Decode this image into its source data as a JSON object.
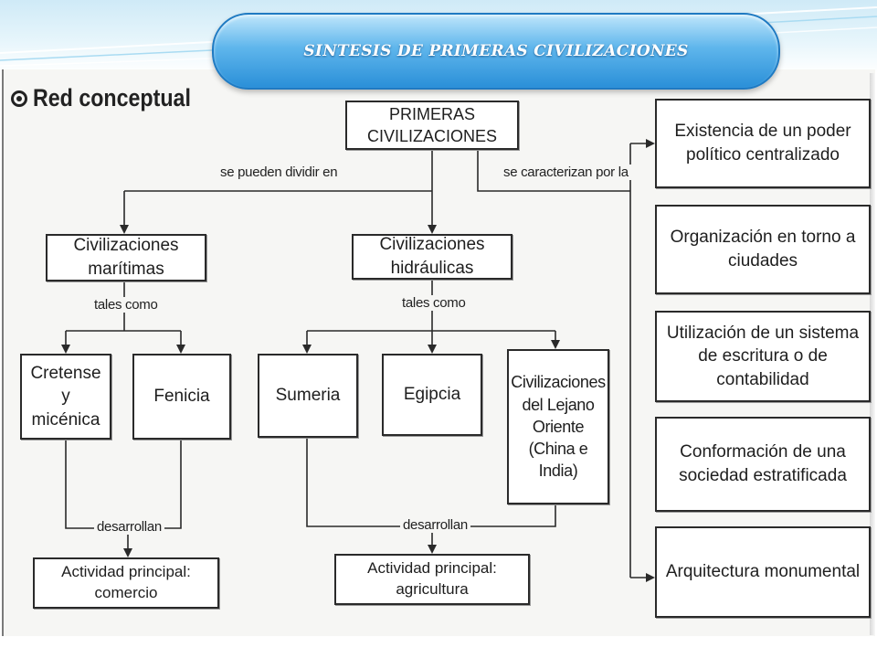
{
  "slide": {
    "title": "SINTESIS DE PRIMERAS CIVILIZACIONES",
    "heading": "Red conceptual",
    "heading_icon": "target-icon"
  },
  "nodes": {
    "root": "PRIMERAS CIVILIZACIONES",
    "maritime": "Civilizaciones marítimas",
    "hydraulic": "Civilizaciones hidráulicas",
    "cretense": "Cretense y micénica",
    "fenicia": "Fenicia",
    "sumeria": "Sumeria",
    "egipcia": "Egipcia",
    "lejano_oriente": "Civilizaciones del Lejano Oriente (China e India)",
    "comercio": "Actividad principal: comercio",
    "agricultura": "Actividad principal: agricultura"
  },
  "characteristics": [
    "Existencia de un poder político centralizado",
    "Organización en torno a ciudades",
    "Utilización de un sistema de escritura o de contabilidad",
    "Conformación de una sociedad estratificada",
    "Arquitectura monumental"
  ],
  "links": {
    "divide": "se pueden dividir en",
    "characterize": "se caracterizan por la",
    "such_as_1": "tales como",
    "such_as_2": "tales como",
    "develop_1": "desarrollan",
    "develop_2": "desarrollan"
  },
  "colors": {
    "pill_top": "#bfe6fb",
    "pill_bottom": "#2a8fd8",
    "line": "#2a2a2a"
  }
}
